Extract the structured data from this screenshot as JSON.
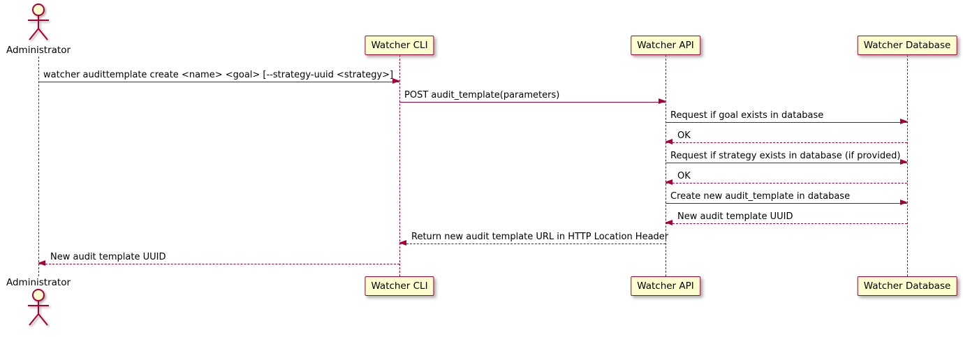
{
  "diagram_type": "uml-sequence",
  "colors": {
    "accent": "#A80036",
    "participant_fill": "#FEFECE",
    "text": "#000000",
    "background": "#FFFFFF"
  },
  "participants": [
    {
      "name": "Administrator",
      "kind": "actor"
    },
    {
      "name": "Watcher CLI",
      "kind": "participant"
    },
    {
      "name": "Watcher API",
      "kind": "participant"
    },
    {
      "name": "Watcher Database",
      "kind": "participant"
    }
  ],
  "messages": [
    {
      "from": "Administrator",
      "to": "Watcher CLI",
      "label": "watcher audittemplate create <name> <goal> [--strategy-uuid <strategy>]",
      "line": "solid",
      "direction": "right"
    },
    {
      "from": "Watcher CLI",
      "to": "Watcher API",
      "label": "POST audit_template(parameters)",
      "line": "solid",
      "direction": "right"
    },
    {
      "from": "Watcher API",
      "to": "Watcher Database",
      "label": "Request if goal exists in database",
      "line": "solid",
      "direction": "right"
    },
    {
      "from": "Watcher Database",
      "to": "Watcher API",
      "label": "OK",
      "line": "dashed",
      "direction": "left"
    },
    {
      "from": "Watcher API",
      "to": "Watcher Database",
      "label": "Request if strategy exists in database (if provided)",
      "line": "solid",
      "direction": "right"
    },
    {
      "from": "Watcher Database",
      "to": "Watcher API",
      "label": "OK",
      "line": "dashed",
      "direction": "left"
    },
    {
      "from": "Watcher API",
      "to": "Watcher Database",
      "label": "Create new audit_template in database",
      "line": "solid",
      "direction": "right"
    },
    {
      "from": "Watcher Database",
      "to": "Watcher API",
      "label": "New audit template UUID",
      "line": "dashed",
      "direction": "left"
    },
    {
      "from": "Watcher API",
      "to": "Watcher CLI",
      "label": "Return new audit template URL in HTTP Location Header",
      "line": "dashed",
      "direction": "left"
    },
    {
      "from": "Watcher CLI",
      "to": "Administrator",
      "label": "New audit template UUID",
      "line": "dashed",
      "direction": "left"
    }
  ]
}
